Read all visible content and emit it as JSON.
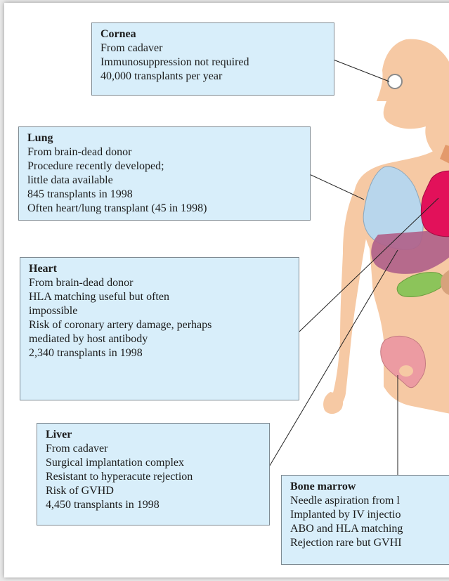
{
  "colors": {
    "skin": "#f6c9a4",
    "box_bg": "#d8eefa",
    "lung": "#b8d6ec",
    "heart": "#e2115a",
    "liver": "#b0628a",
    "pancreas": "#8cc45a",
    "kidney": "#d7a27c",
    "bone": "#ec9ba2",
    "trachea": "#e39a6c"
  },
  "organs": [
    {
      "key": "cornea",
      "title": "Cornea",
      "lines": [
        "From cadaver",
        "Immunosuppression not required",
        "40,000 transplants per year"
      ]
    },
    {
      "key": "lung",
      "title": "Lung",
      "lines": [
        "From brain-dead donor",
        "Procedure recently developed;",
        "little data available",
        "845 transplants in 1998",
        "Often heart/lung transplant (45 in 1998)"
      ]
    },
    {
      "key": "heart",
      "title": "Heart",
      "lines": [
        "From brain-dead donor",
        "HLA matching useful but often",
        "impossible",
        "Risk of coronary artery damage, perhaps",
        "mediated by host antibody",
        "2,340 transplants in 1998"
      ]
    },
    {
      "key": "liver",
      "title": "Liver",
      "lines": [
        "From cadaver",
        "Surgical implantation complex",
        "Resistant to hyperacute rejection",
        "Risk of GVHD",
        "4,450 transplants in 1998"
      ]
    },
    {
      "key": "bone-marrow",
      "title": "Bone marrow",
      "lines": [
        "Needle aspiration from l",
        "Implanted by IV injectio",
        "ABO and HLA matching",
        "Rejection rare but GVHI"
      ]
    }
  ]
}
